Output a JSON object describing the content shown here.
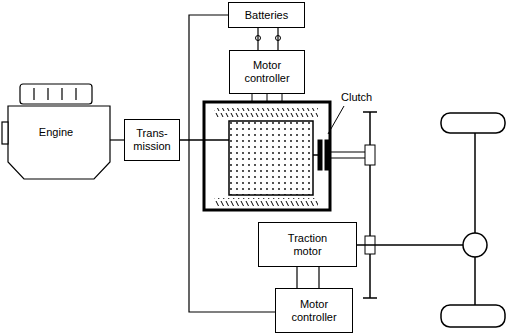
{
  "diagram": {
    "nodes": [
      {
        "text": [
          "Batteries"
        ]
      },
      {
        "text": [
          "Motor controller"
        ]
      },
      {
        "text": [
          "Engine"
        ]
      },
      {
        "text": [
          "Trans- mission"
        ]
      },
      {
        "text": [
          "Traction motor"
        ]
      },
      {
        "text": [
          "Motor controller"
        ]
      }
    ],
    "edges": [
      {
        "from": 0,
        "to": 1,
        "arrow": "none"
      },
      {
        "from": 0,
        "to": 1,
        "arrow": "none"
      },
      {
        "from": 2,
        "to": 3,
        "arrow": "none"
      },
      {
        "from": 0,
        "to": 5,
        "arrow": "none"
      },
      {
        "from": 5,
        "to": 4,
        "arrow": "none"
      },
      {
        "from": 5,
        "to": 4,
        "arrow": "none"
      }
    ],
    "labels": [
      "Clutch"
    ]
  }
}
